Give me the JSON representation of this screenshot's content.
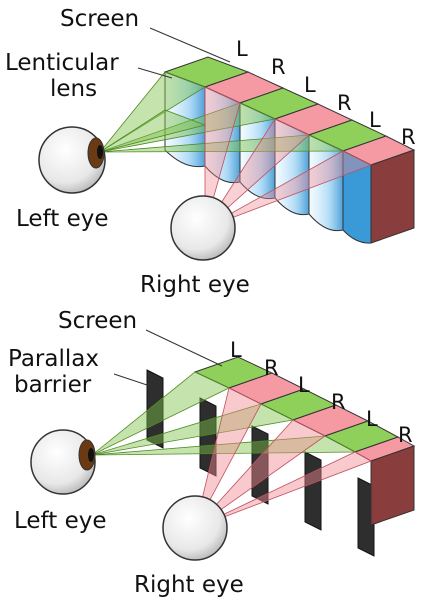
{
  "top_panel": {
    "screen_label": "Screen",
    "lens_label_line1": "Lenticular",
    "lens_label_line2": "lens",
    "left_eye_label": "Left eye",
    "right_eye_label": "Right eye",
    "columns": [
      "L",
      "R",
      "L",
      "R",
      "L",
      "R"
    ]
  },
  "bottom_panel": {
    "screen_label": "Screen",
    "barrier_label_line1": "Parallax",
    "barrier_label_line2": "barrier",
    "left_eye_label": "Left eye",
    "right_eye_label": "Right eye",
    "columns": [
      "L",
      "R",
      "L",
      "R",
      "L",
      "R"
    ]
  },
  "colors": {
    "left_view": "#7ec24a",
    "right_view": "#f08a93",
    "lens": "#5ab4e8",
    "barrier": "#2e2e2e",
    "iris": "#6b3a12"
  }
}
